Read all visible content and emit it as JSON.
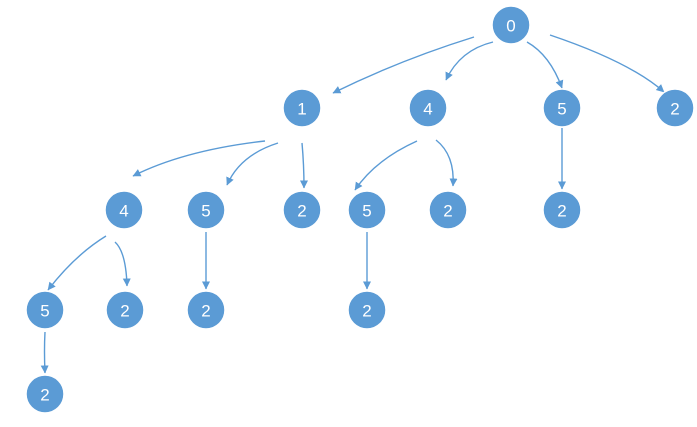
{
  "diagram": {
    "type": "tree",
    "colors": {
      "node_fill": "#5b9bd5",
      "node_label": "#ffffff",
      "edge": "#5b9bd5"
    },
    "nodes": [
      {
        "id": "n0",
        "label": "0"
      },
      {
        "id": "n1",
        "label": "1"
      },
      {
        "id": "n4a",
        "label": "4"
      },
      {
        "id": "n5a",
        "label": "5"
      },
      {
        "id": "n2a",
        "label": "2"
      },
      {
        "id": "n4b",
        "label": "4"
      },
      {
        "id": "n5b",
        "label": "5"
      },
      {
        "id": "n2b",
        "label": "2"
      },
      {
        "id": "n5c",
        "label": "5"
      },
      {
        "id": "n2c",
        "label": "2"
      },
      {
        "id": "n2d",
        "label": "2"
      },
      {
        "id": "n5d",
        "label": "5"
      },
      {
        "id": "n2e",
        "label": "2"
      },
      {
        "id": "n2f",
        "label": "2"
      },
      {
        "id": "n2g",
        "label": "2"
      },
      {
        "id": "n2h",
        "label": "2"
      }
    ],
    "edges": [
      {
        "from": "n0",
        "to": "n1"
      },
      {
        "from": "n0",
        "to": "n4a"
      },
      {
        "from": "n0",
        "to": "n5a"
      },
      {
        "from": "n0",
        "to": "n2a"
      },
      {
        "from": "n1",
        "to": "n4b"
      },
      {
        "from": "n1",
        "to": "n5b"
      },
      {
        "from": "n1",
        "to": "n2b"
      },
      {
        "from": "n4a",
        "to": "n5c"
      },
      {
        "from": "n4a",
        "to": "n2c"
      },
      {
        "from": "n5a",
        "to": "n2d"
      },
      {
        "from": "n4b",
        "to": "n5d"
      },
      {
        "from": "n4b",
        "to": "n2e"
      },
      {
        "from": "n5b",
        "to": "n2f"
      },
      {
        "from": "n5c",
        "to": "n2g"
      },
      {
        "from": "n5d",
        "to": "n2h"
      }
    ]
  }
}
